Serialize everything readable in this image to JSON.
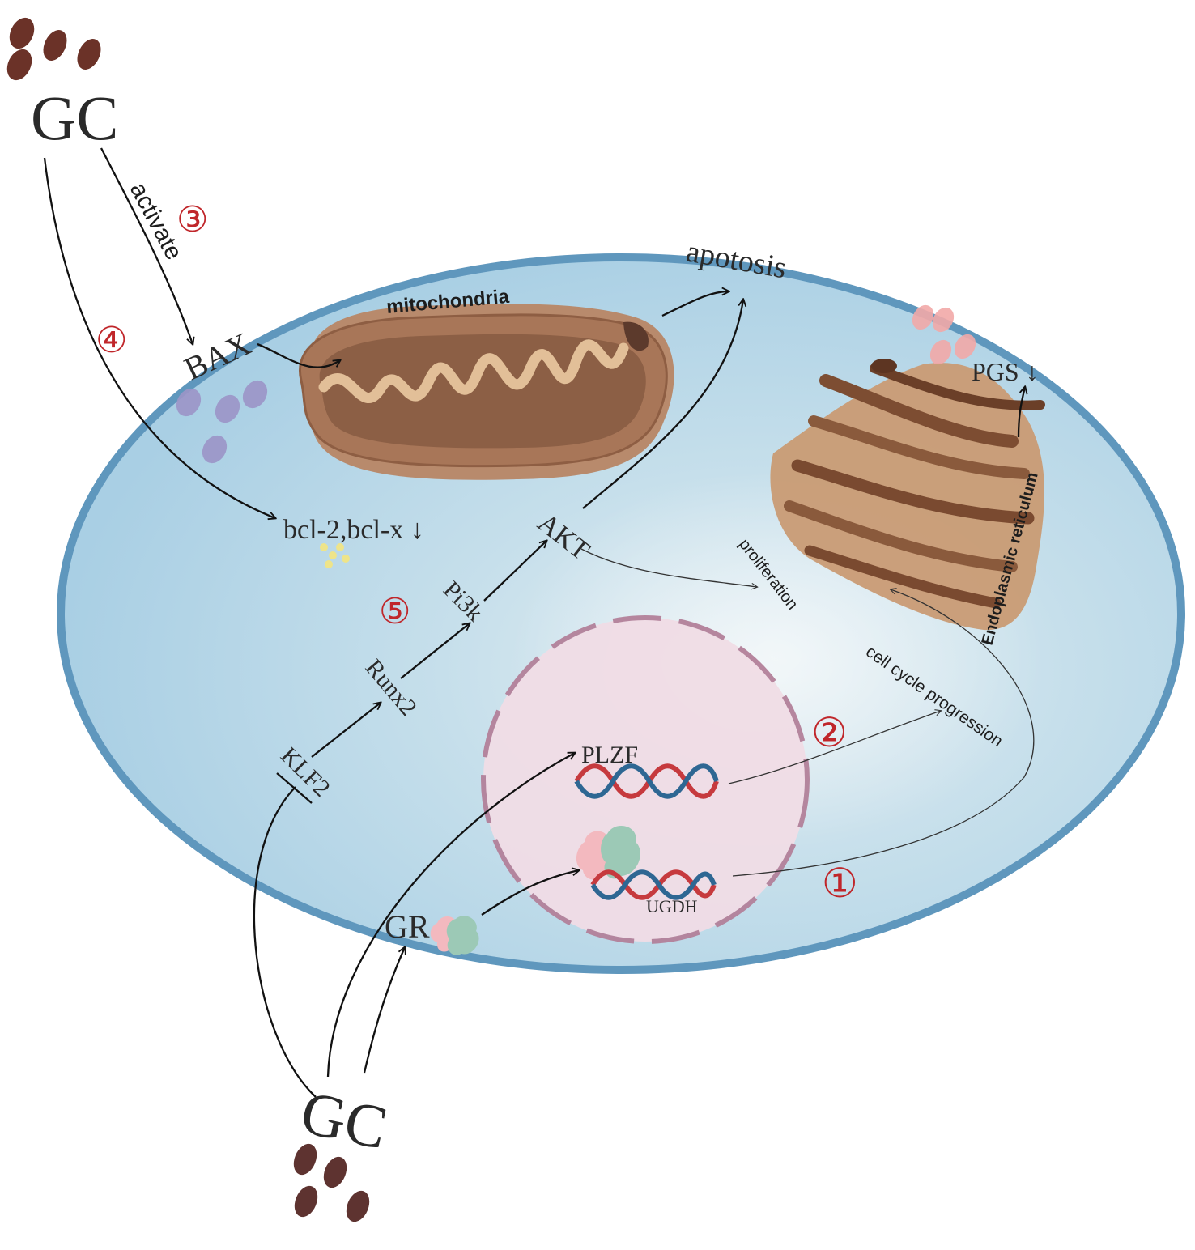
{
  "labels": {
    "gc_top": "GC",
    "gc_bottom": "GC",
    "activate": "activate",
    "bax": "BAX",
    "mitochondria": "mitochondria",
    "apoptosis": "apotosis",
    "pgs": "PGS ↓",
    "bcl": "bcl-2,bcl-x ↓",
    "akt": "AKT",
    "pi3k": "Pi3k",
    "runx2": "Runx2",
    "klf2": "KLF2",
    "plzf": "PLZF",
    "ugdh": "UGDH",
    "gr": "GR",
    "proliferation": "proliferation",
    "cell_cycle": "cell cycle progression",
    "er": "Endoplasmic reticulum"
  },
  "step_markers": {
    "one": "①",
    "two": "②",
    "three": "③",
    "four": "④",
    "five": "⑤"
  },
  "colors": {
    "cell_fill": "#b4d6e8",
    "cell_border": "#5f97bd",
    "nucleus_fill": "#f1dde6",
    "nucleus_border": "#b3819a",
    "gc_particle": "#6b3228",
    "bax_particle": "#9c95c8",
    "pgs_particle": "#f2a9a8",
    "bcl_particle": "#eee48a",
    "mito_outer": "#a9785c",
    "mito_inner": "#d9b38e",
    "marker_red": "#c0262a"
  }
}
